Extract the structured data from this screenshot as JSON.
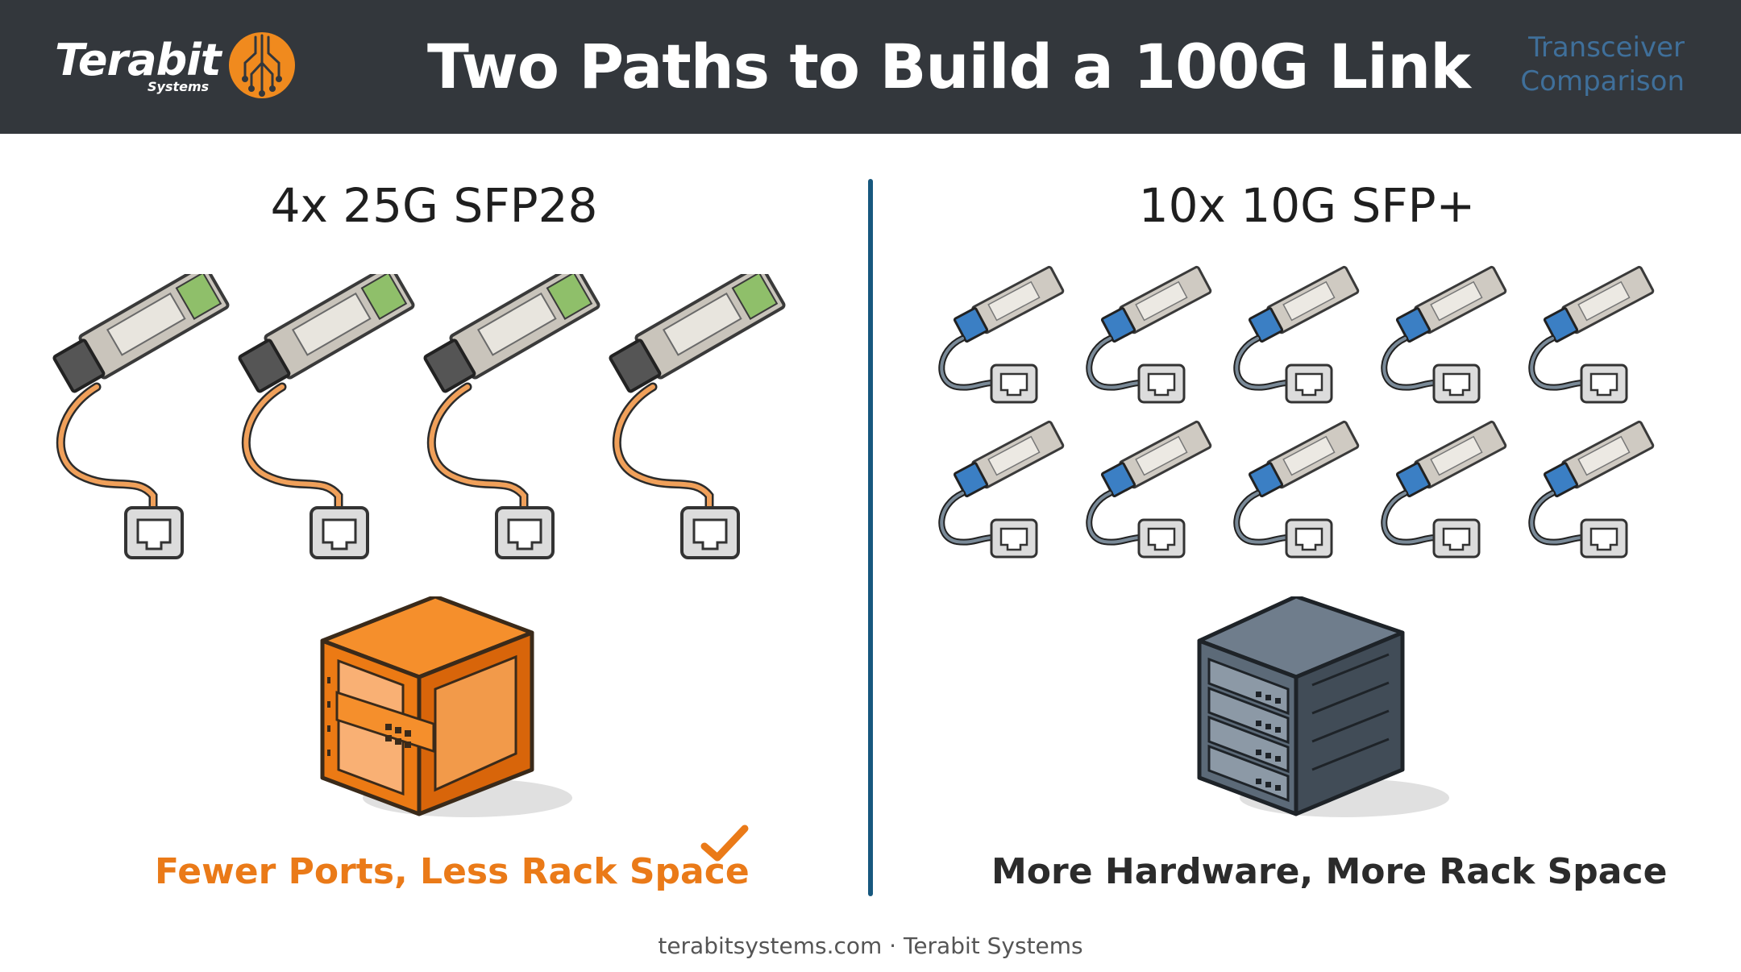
{
  "header": {
    "logo_text": "Terabit",
    "logo_subtext": "Systems",
    "title": "Two Paths to Build a 100G Link",
    "tag_line1": "Transceiver",
    "tag_line2": "Comparison"
  },
  "left": {
    "title": "4x 25G SFP28",
    "module_count": 4,
    "caption": "Fewer Ports, Less Rack Space",
    "accent_color": "#ea7a18"
  },
  "right": {
    "title": "10x 10G SFP+",
    "module_count": 10,
    "caption": "More Hardware, More Rack Space",
    "accent_color": "#17587e"
  },
  "icons": [
    "terabit-logo-icon",
    "sfp28-module-icon",
    "sfp-plus-module-icon",
    "ethernet-port-icon",
    "open-rack-icon",
    "server-rack-icon",
    "checkmark-icon"
  ],
  "footer": {
    "text": "terabitsystems.com · Terabit Systems"
  }
}
